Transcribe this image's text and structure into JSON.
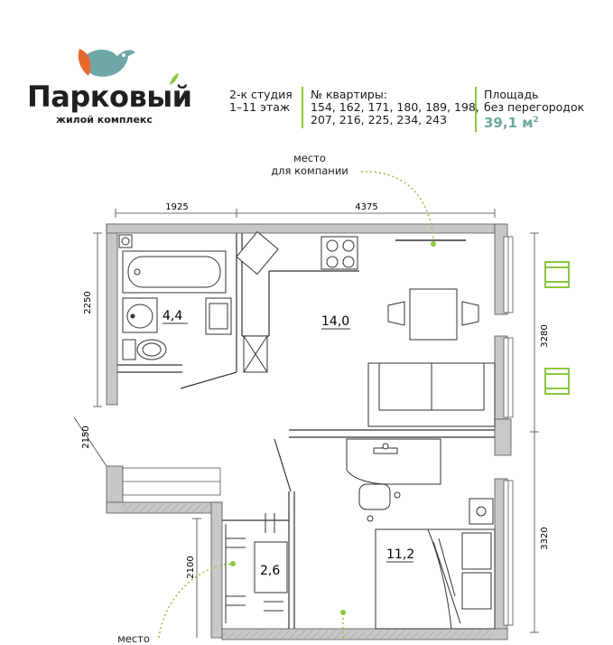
{
  "brand": {
    "name": "Парковый",
    "subtitle": "жилой комплекс"
  },
  "apartment": {
    "type_line1": "2-к студия",
    "type_line2": "1–11 этаж",
    "numbers_heading": "№ квартиры:",
    "numbers_line1": "154, 162, 171, 180, 189, 198,",
    "numbers_line2": "207, 216, 225, 234, 243",
    "area_heading1": "Площадь",
    "area_heading2": "без перегородок",
    "area_value": "39,1 м",
    "area_unit_sup": "2"
  },
  "annotations": {
    "company_spot_line1": "место",
    "company_spot_line2": "для компании",
    "bottom_spot": "место"
  },
  "dimensions": {
    "top_left": "1925",
    "top_right": "4375",
    "left_upper": "2250",
    "left_lower_diag": "2150",
    "left_bottom": "2100",
    "right_upper": "3280",
    "right_lower": "3320"
  },
  "rooms": {
    "bathroom": "4,4",
    "living": "14,0",
    "storage": "2,6",
    "bedroom": "11,2"
  },
  "colors": {
    "accent_green": "#8dc63f",
    "accent_teal": "#6aa89e",
    "bird_blue": "#6fa7a9",
    "leaf_orange": "#e8692e",
    "wall_gray": "#c8c8c8"
  }
}
